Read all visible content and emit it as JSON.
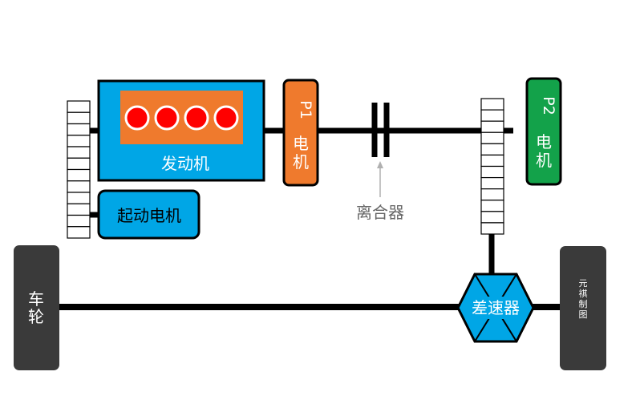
{
  "diagram": {
    "engine": {
      "label": "发动机",
      "cylinders": 4
    },
    "starter": {
      "label": "起动电机"
    },
    "p1_motor": {
      "label_line1": "P1",
      "label_line2": "电",
      "label_line3": "机"
    },
    "p2_motor": {
      "label_line1": "P2",
      "label_line2": "电",
      "label_line3": "机"
    },
    "clutch": {
      "label": "离合器"
    },
    "differential": {
      "label": "差速器"
    },
    "left_wheel": {
      "label_line1": "车",
      "label_line2": "轮"
    },
    "right_wheel": {
      "label_line1": "元",
      "label_line2": "祺",
      "label_line3": "制",
      "label_line4": "图"
    }
  },
  "colors": {
    "shaft": "#000000",
    "engine_fill": "#00a6e6",
    "engine_inner": "#ef7a2d",
    "cylinder": "#ff0000",
    "p1_fill": "#ef7a2d",
    "p2_fill": "#13a24a",
    "wheel_fill": "#3a3a3a",
    "arrow": "#b0b0b0",
    "label_gray": "#666666"
  }
}
